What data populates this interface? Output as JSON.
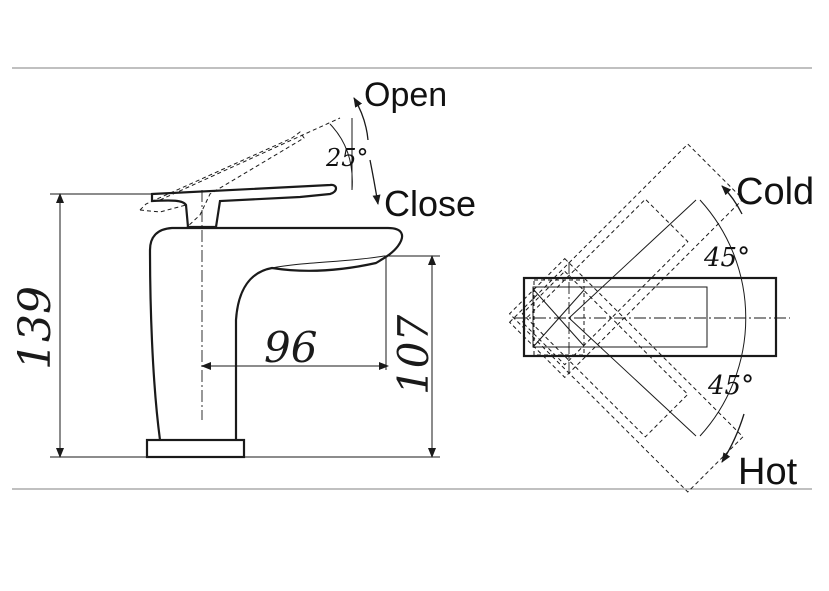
{
  "labels": {
    "open": "Open",
    "close": "Close",
    "cold": "Cold",
    "hot": "Hot"
  },
  "angles": {
    "lever": "25°",
    "cold": "45°",
    "hot": "45°"
  },
  "dimensions": {
    "height": "139",
    "reach": "96",
    "spout_height": "107"
  }
}
